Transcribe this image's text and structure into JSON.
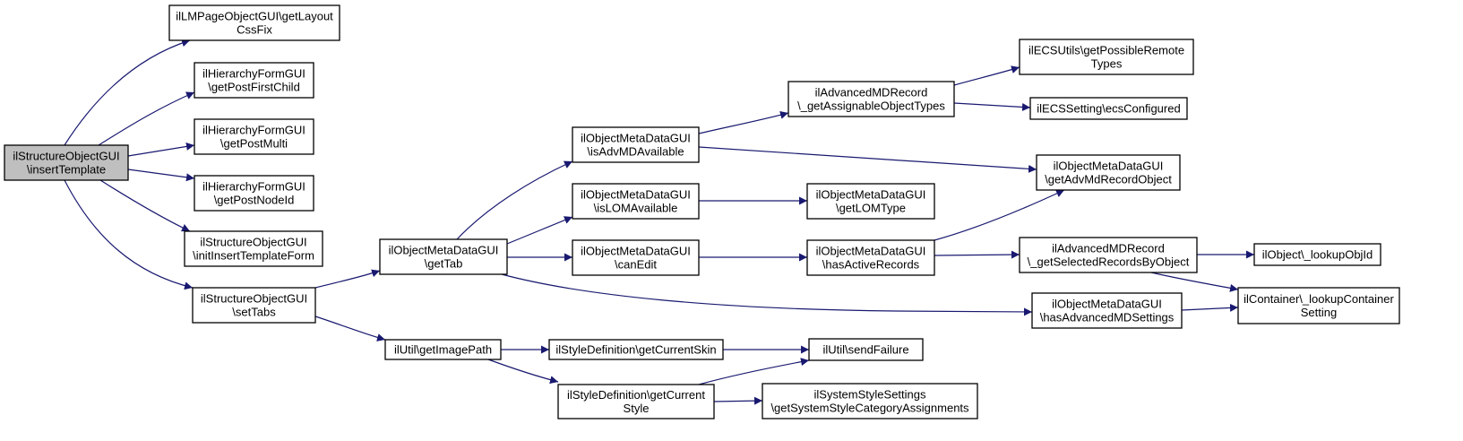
{
  "colors": {
    "edge": "#191970",
    "node_fill": "#ffffff",
    "root_fill": "#bfbfbf",
    "border": "#000000"
  },
  "nodes": [
    {
      "id": "root",
      "root": true,
      "lines": [
        "ilStructureObjectGUI",
        "\\insertTemplate"
      ]
    },
    {
      "id": "lm_getlayoutcssfix",
      "lines": [
        "ilLMPageObjectGUI\\getLayout",
        "CssFix"
      ]
    },
    {
      "id": "hier_firstchild",
      "lines": [
        "ilHierarchyFormGUI",
        "\\getPostFirstChild"
      ]
    },
    {
      "id": "hier_multi",
      "lines": [
        "ilHierarchyFormGUI",
        "\\getPostMulti"
      ]
    },
    {
      "id": "hier_nodeid",
      "lines": [
        "ilHierarchyFormGUI",
        "\\getPostNodeId"
      ]
    },
    {
      "id": "struct_initform",
      "lines": [
        "ilStructureObjectGUI",
        "\\initInsertTemplateForm"
      ]
    },
    {
      "id": "struct_settabs",
      "lines": [
        "ilStructureObjectGUI",
        "\\setTabs"
      ]
    },
    {
      "id": "md_gettab",
      "lines": [
        "ilObjectMetaDataGUI",
        "\\getTab"
      ]
    },
    {
      "id": "util_getimagepath",
      "lines": [
        "ilUtil\\getImagePath"
      ]
    },
    {
      "id": "md_isadvmd",
      "lines": [
        "ilObjectMetaDataGUI",
        "\\isAdvMDAvailable"
      ]
    },
    {
      "id": "md_islom",
      "lines": [
        "ilObjectMetaDataGUI",
        "\\isLOMAvailable"
      ]
    },
    {
      "id": "md_canedit",
      "lines": [
        "ilObjectMetaDataGUI",
        "\\canEdit"
      ]
    },
    {
      "id": "style_currentskin",
      "lines": [
        "ilStyleDefinition\\getCurrentSkin"
      ]
    },
    {
      "id": "style_currentstyle",
      "lines": [
        "ilStyleDefinition\\getCurrent",
        "Style"
      ]
    },
    {
      "id": "adv_assignable",
      "lines": [
        "ilAdvancedMDRecord",
        "\\_getAssignableObjectTypes"
      ]
    },
    {
      "id": "md_getlomtype",
      "lines": [
        "ilObjectMetaDataGUI",
        "\\getLOMType"
      ]
    },
    {
      "id": "md_hasactive",
      "lines": [
        "ilObjectMetaDataGUI",
        "\\hasActiveRecords"
      ]
    },
    {
      "id": "util_sendfailure",
      "lines": [
        "ilUtil\\sendFailure"
      ]
    },
    {
      "id": "sys_stylecat",
      "lines": [
        "ilSystemStyleSettings",
        "\\getSystemStyleCategoryAssignments"
      ]
    },
    {
      "id": "ecs_remotetypes",
      "lines": [
        "ilECSUtils\\getPossibleRemote",
        "Types"
      ]
    },
    {
      "id": "ecs_configured",
      "lines": [
        "ilECSSetting\\ecsConfigured"
      ]
    },
    {
      "id": "md_getadvmdrecord",
      "lines": [
        "ilObjectMetaDataGUI",
        "\\getAdvMdRecordObject"
      ]
    },
    {
      "id": "adv_selectedrecords",
      "lines": [
        "ilAdvancedMDRecord",
        "\\_getSelectedRecordsByObject"
      ]
    },
    {
      "id": "md_hasadvsettings",
      "lines": [
        "ilObjectMetaDataGUI",
        "\\hasAdvancedMDSettings"
      ]
    },
    {
      "id": "obj_lookupobjid",
      "lines": [
        "ilObject\\_lookupObjId"
      ]
    },
    {
      "id": "cont_lookupsetting",
      "lines": [
        "ilContainer\\_lookupContainer",
        "Setting"
      ]
    }
  ],
  "edges": [
    [
      "root",
      "lm_getlayoutcssfix"
    ],
    [
      "root",
      "hier_firstchild"
    ],
    [
      "root",
      "hier_multi"
    ],
    [
      "root",
      "hier_nodeid"
    ],
    [
      "root",
      "struct_initform"
    ],
    [
      "root",
      "struct_settabs"
    ],
    [
      "struct_settabs",
      "md_gettab"
    ],
    [
      "struct_settabs",
      "util_getimagepath"
    ],
    [
      "md_gettab",
      "md_isadvmd"
    ],
    [
      "md_gettab",
      "md_islom"
    ],
    [
      "md_gettab",
      "md_canedit"
    ],
    [
      "md_gettab",
      "md_hasadvsettings"
    ],
    [
      "util_getimagepath",
      "style_currentskin"
    ],
    [
      "util_getimagepath",
      "style_currentstyle"
    ],
    [
      "md_isadvmd",
      "adv_assignable"
    ],
    [
      "md_isadvmd",
      "md_getadvmdrecord"
    ],
    [
      "md_islom",
      "md_getlomtype"
    ],
    [
      "md_canedit",
      "md_hasactive"
    ],
    [
      "style_currentskin",
      "util_sendfailure"
    ],
    [
      "style_currentstyle",
      "util_sendfailure"
    ],
    [
      "style_currentstyle",
      "sys_stylecat"
    ],
    [
      "adv_assignable",
      "ecs_remotetypes"
    ],
    [
      "adv_assignable",
      "ecs_configured"
    ],
    [
      "md_hasactive",
      "md_getadvmdrecord"
    ],
    [
      "md_hasactive",
      "adv_selectedrecords"
    ],
    [
      "adv_selectedrecords",
      "obj_lookupobjid"
    ],
    [
      "adv_selectedrecords",
      "cont_lookupsetting"
    ],
    [
      "md_hasadvsettings",
      "cont_lookupsetting"
    ]
  ]
}
